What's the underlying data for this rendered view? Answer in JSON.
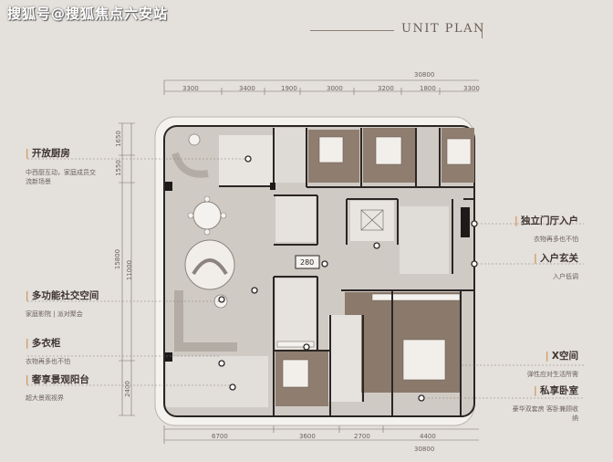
{
  "watermark": "搜狐号@搜狐焦点六安站",
  "title": "UNIT PLAN",
  "total_width": "30800",
  "top_dims": [
    "3300",
    "3400",
    "1900",
    "3000",
    "3200",
    "1800",
    "3300"
  ],
  "bottom_dims": [
    "6700",
    "3600",
    "2700",
    "4400"
  ],
  "left_dims": [
    "1650",
    "1550",
    "11000",
    "15800",
    "2400"
  ],
  "area_label": "280",
  "left_labels": [
    {
      "title": "开放厨房",
      "desc": "中西厨互动，家庭成员交流新场景"
    },
    {
      "title": "多功能社交空间",
      "desc": "家庭影院 | 派对聚会"
    },
    {
      "title": "多衣柜",
      "desc": "衣物再多也不怕"
    },
    {
      "title": "奢享景观阳台",
      "desc": "超大景观视界"
    }
  ],
  "right_labels": [
    {
      "title": "独立门厅入户",
      "desc": "衣物再多也不怕"
    },
    {
      "title": "入户玄关",
      "desc": "入户低调"
    },
    {
      "title": "X空间",
      "desc": "弹性应对生活所需"
    },
    {
      "title": "私享卧室",
      "desc": "豪华双套房 客卧兼顾收纳"
    }
  ],
  "colors": {
    "background": "#e4e0db",
    "accent": "#c67a2c",
    "wall": "#2b2624",
    "floor": "#cfcac4",
    "dark_floor": "#8b7a6c"
  }
}
